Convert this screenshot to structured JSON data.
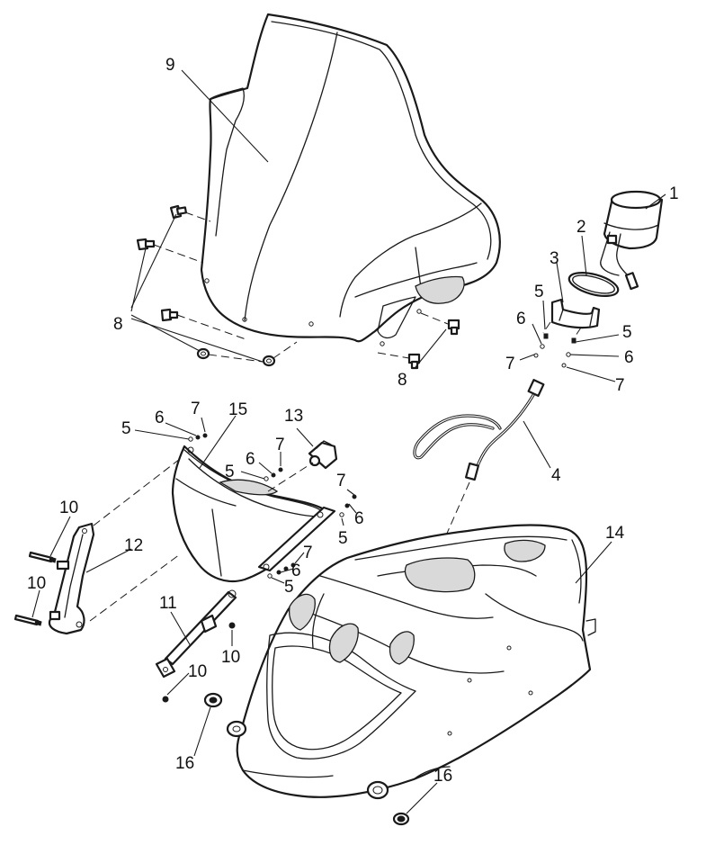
{
  "callouts": {
    "c1": "1",
    "c2": "2",
    "c3": "3",
    "c4": "4",
    "c5a": "5",
    "c5b": "5",
    "c5c": "5",
    "c5d": "5",
    "c5e": "5",
    "c5f": "5",
    "c6a": "6",
    "c6b": "6",
    "c6c": "6",
    "c6d": "6",
    "c6e": "6",
    "c6f": "6",
    "c7a": "7",
    "c7b": "7",
    "c7c": "7",
    "c7d": "7",
    "c7e": "7",
    "c7f": "7",
    "c8a": "8",
    "c8b": "8",
    "c9": "9",
    "c10a": "10",
    "c10b": "10",
    "c10c": "10",
    "c10d": "10",
    "c11": "11",
    "c12": "12",
    "c13": "13",
    "c14": "14",
    "c15": "15",
    "c16a": "16",
    "c16b": "16"
  }
}
